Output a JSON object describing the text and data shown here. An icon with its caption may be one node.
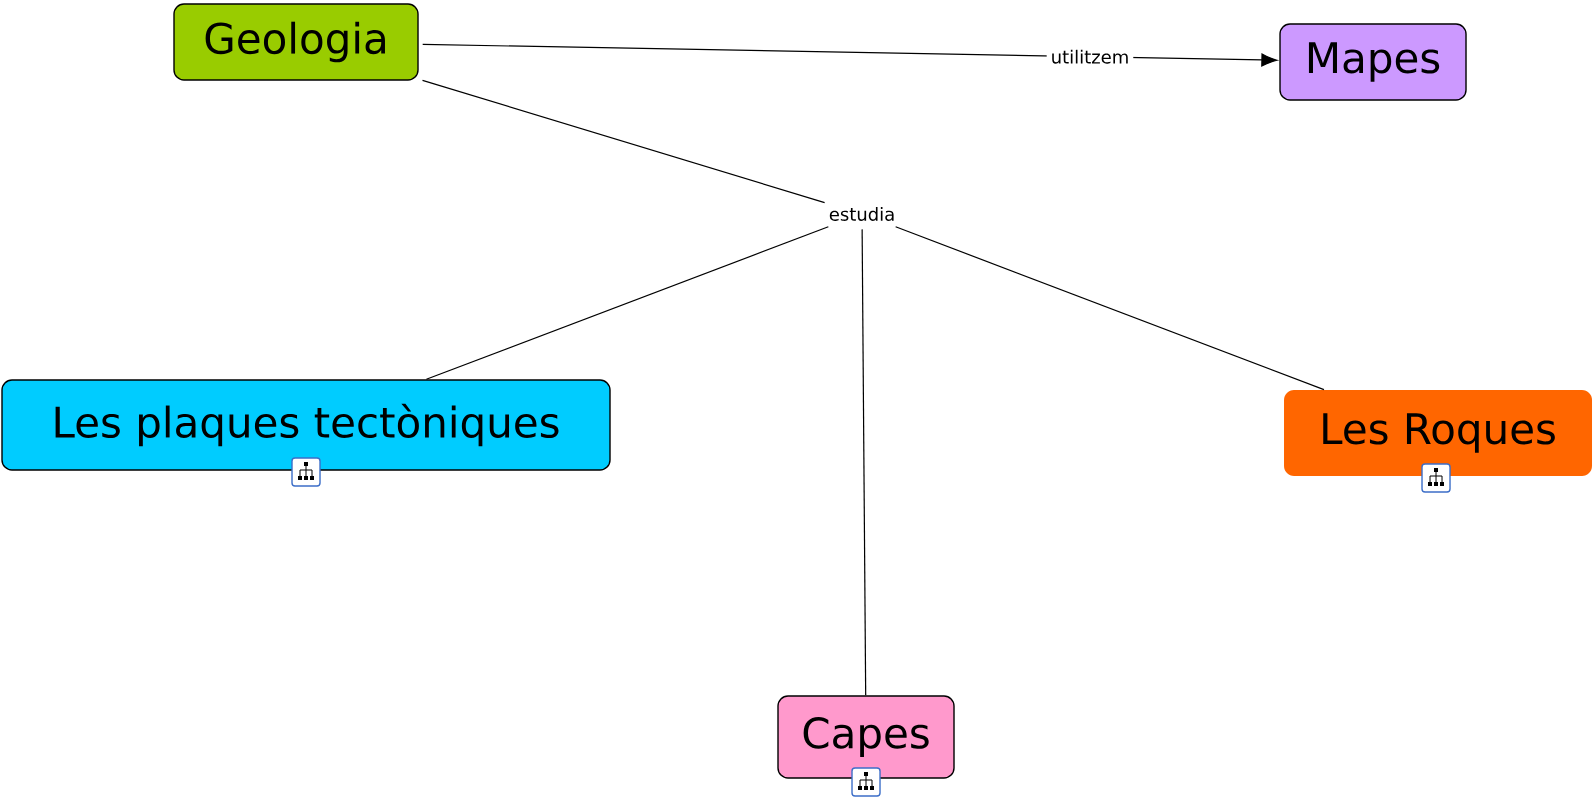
{
  "diagram": {
    "nodes": [
      {
        "text": [
          "Geologia"
        ]
      },
      {
        "text": [
          "Mapes"
        ]
      },
      {
        "text": [
          "estudia"
        ]
      },
      {
        "text": [
          "Les plaques tectòniques"
        ]
      },
      {
        "text": [
          "Les Roques"
        ]
      },
      {
        "text": [
          "Capes"
        ]
      }
    ],
    "edges": [
      {
        "from": 0,
        "to": 1,
        "arrow": "to",
        "label": "utilitzem"
      },
      {
        "from": 0,
        "to": 2,
        "arrow": "none"
      },
      {
        "from": 2,
        "to": 3,
        "arrow": "none"
      },
      {
        "from": 2,
        "to": 5,
        "arrow": "none"
      },
      {
        "from": 2,
        "to": 4,
        "arrow": "none"
      }
    ]
  }
}
